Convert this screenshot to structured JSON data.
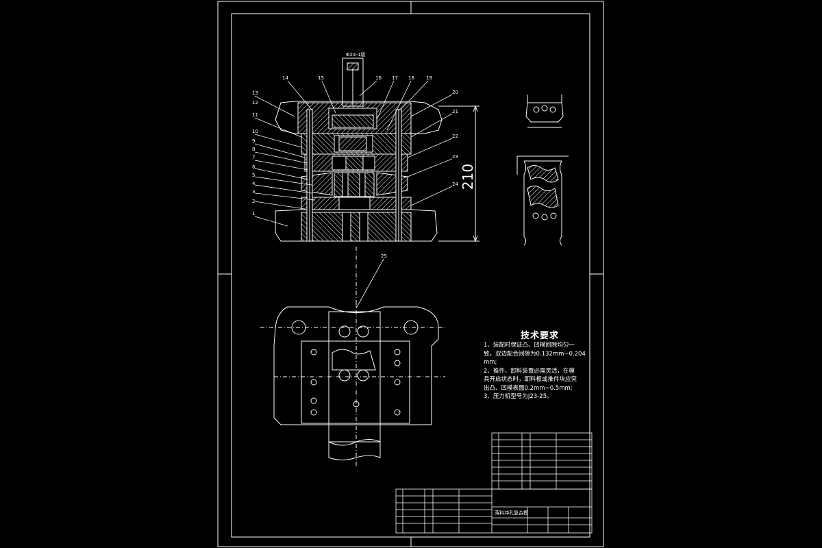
{
  "drawing": {
    "dimension_210": "210",
    "part_labels_left": [
      "13",
      "12",
      "11",
      "10",
      "9",
      "8",
      "7",
      "6",
      "5",
      "4",
      "3",
      "2",
      "1"
    ],
    "part_labels_top": [
      "14",
      "15",
      "16",
      "17",
      "18",
      "19"
    ],
    "part_labels_right": [
      "20",
      "21",
      "22",
      "23",
      "24"
    ],
    "part_label_plan": "25",
    "shank_note": "Φ24-1级"
  },
  "technical_requirements": {
    "title": "技术要求",
    "lines": [
      "1、装配时保证凸、凹模间隙均匀一",
      "致，双边配合间隙为0.132mm~0.204",
      "mm;",
      "2、推件、卸料装置必需灵活，在模",
      "具开启状态时，卸料板或推件块应突",
      "出凸、凹模表面0.2mm~0.5mm;",
      "3、压力机型号为J23-25。"
    ]
  },
  "title_block": {
    "drawing_name": "落料冲孔复合模"
  },
  "colors": {
    "background": "#000000",
    "lines": "#ffffff"
  }
}
